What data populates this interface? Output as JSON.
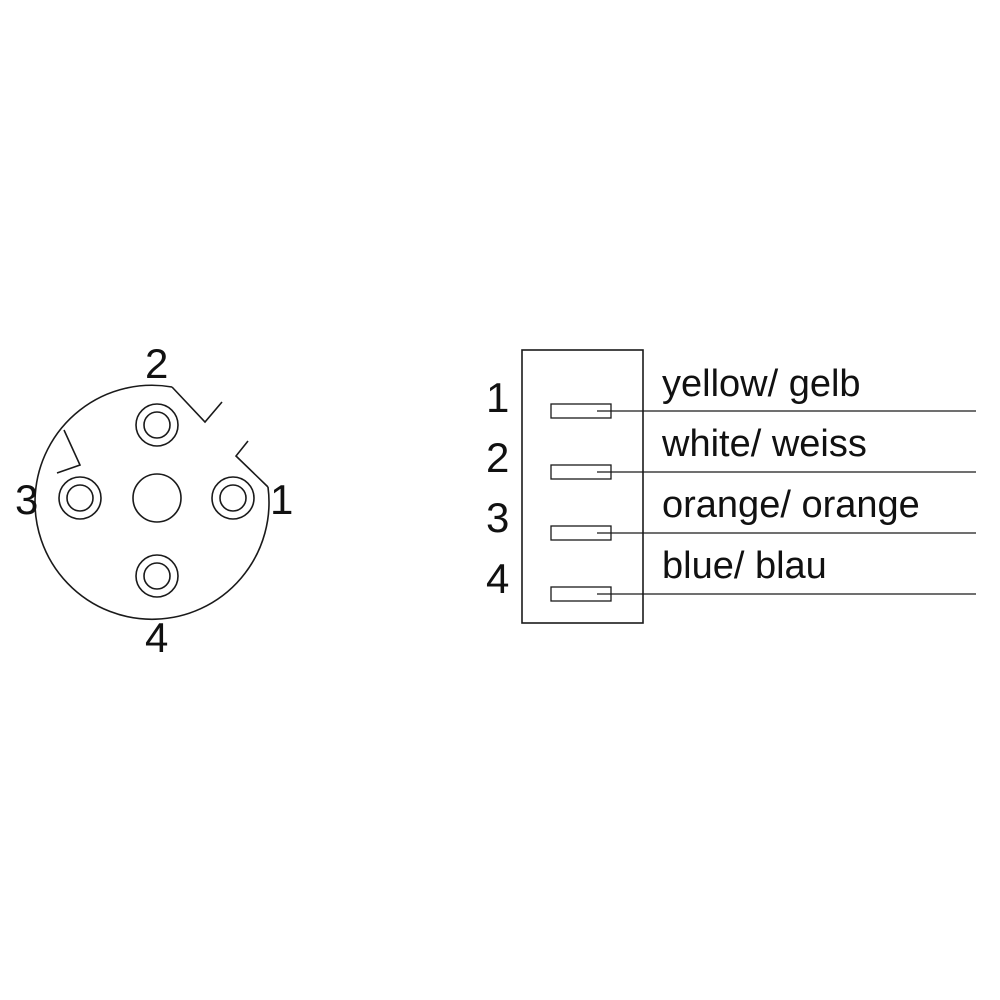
{
  "connector_face": {
    "pin_numbers": {
      "top": "2",
      "right": "1",
      "left": "3",
      "bottom": "4"
    }
  },
  "wiring": {
    "pins": [
      {
        "number": "1",
        "wire": "yellow/ gelb"
      },
      {
        "number": "2",
        "wire": "white/ weiss"
      },
      {
        "number": "3",
        "wire": "orange/ orange"
      },
      {
        "number": "4",
        "wire": "blue/ blau"
      }
    ]
  },
  "colors": {
    "line": "#1a1a1a",
    "background": "#ffffff"
  }
}
